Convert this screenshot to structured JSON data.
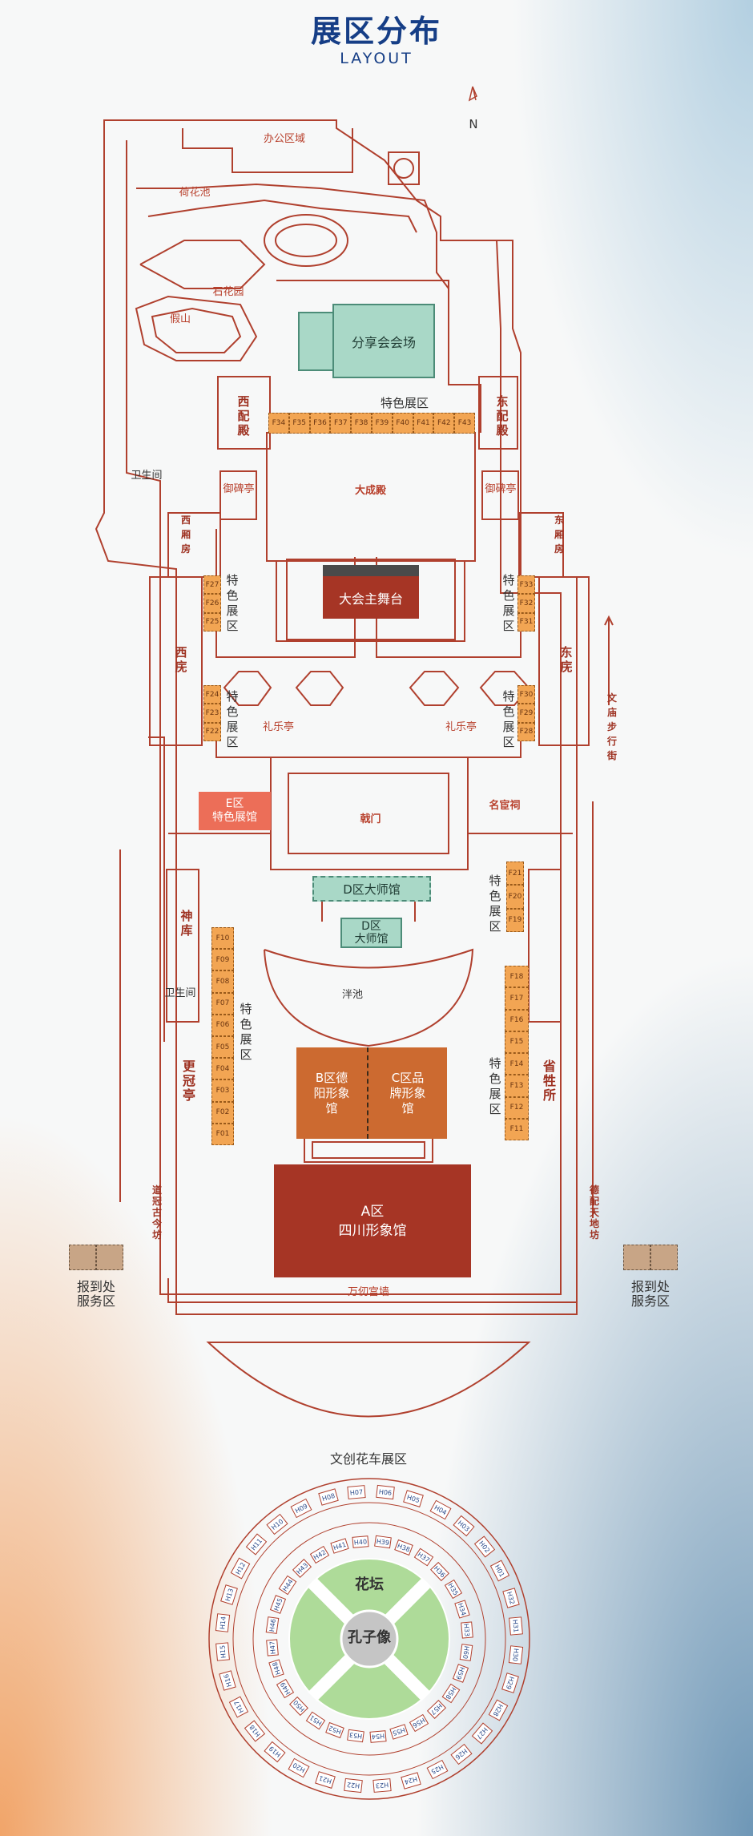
{
  "header": {
    "title_cn": "展区分布",
    "title_en": "LAYOUT"
  },
  "compass": {
    "label": "N"
  },
  "areas": {
    "office": "办公区域",
    "lotus_pond": "荷花池",
    "rock_garden": "假山",
    "garden": "石花园",
    "share_venue": "分享会会场",
    "west_hall": "西配殿",
    "east_hall": "东配殿",
    "toilet": "卫生间",
    "stele_pavilion": "御碑亭",
    "dacheng_hall": "大成殿",
    "west_wing": "西厢房",
    "east_wing": "东厢房",
    "main_stage": "大会主舞台",
    "west_corridor": "西庑",
    "east_corridor": "东庑",
    "music_pavilion": "礼乐亭",
    "ji_gate": "戟门",
    "mingguan_shrine": "名宦祠",
    "e_zone_line1": "E区",
    "e_zone_line2": "特色展馆",
    "d_master_hall": "D区大师馆",
    "d_small_line1": "D区",
    "d_small_line2": "大师馆",
    "shenku": "神库",
    "pan_pool": "泮池",
    "gengyi_pavilion": "更冠亭",
    "shengsheng_hall": "省牲所",
    "b_zone": "B区德阳形象馆",
    "c_zone": "C区品牌形象馆",
    "a_zone_line1": "A区",
    "a_zone_line2": "四川形象馆",
    "palace_wall": "万仞宫墙",
    "west_arch": "道冠古今坊",
    "east_arch": "德配天地坊",
    "wenmiao_street": "文庙步行街",
    "checkin_line1": "报到处",
    "checkin_line2": "服务区",
    "feature_zone": "特色展区",
    "float_zone": "文创花车展区",
    "flower_bed": "花坛",
    "confucius_statue": "孔子像"
  },
  "booths": {
    "top_row": [
      "F34",
      "F35",
      "F36",
      "F37",
      "F38",
      "F39",
      "F40",
      "F41",
      "F42",
      "F43"
    ],
    "west_upper": [
      "F27",
      "F26",
      "F25"
    ],
    "west_lower": [
      "F24",
      "F23",
      "F22"
    ],
    "east_upper": [
      "F33",
      "F32",
      "F31"
    ],
    "east_lower": [
      "F30",
      "F29",
      "F28"
    ],
    "east_mid": [
      "F21",
      "F20",
      "F19"
    ],
    "west_long": [
      "F10",
      "F09",
      "F08",
      "F07",
      "F06",
      "F05",
      "F04",
      "F03",
      "F02",
      "F01"
    ],
    "east_long": [
      "F18",
      "F17",
      "F16",
      "F15",
      "F14",
      "F13",
      "F12",
      "F11"
    ]
  },
  "ring_booths": {
    "outer": [
      "H07",
      "H06",
      "H05",
      "H04",
      "H03",
      "H02",
      "H01",
      "H32",
      "H31",
      "H30",
      "H29",
      "H28",
      "H27",
      "H26",
      "H25",
      "H24",
      "H23",
      "H22",
      "H21",
      "H20",
      "H19",
      "H18",
      "H17",
      "H16",
      "H15",
      "H14",
      "H13",
      "H12",
      "H11",
      "H10",
      "H09",
      "H08"
    ],
    "inner": [
      "H40",
      "H39",
      "H38",
      "H37",
      "H36",
      "H35",
      "H34",
      "H33",
      "H60",
      "H59",
      "H58",
      "H57",
      "H56",
      "H55",
      "H54",
      "H53",
      "H52",
      "H51",
      "H50",
      "H49",
      "H48",
      "H47",
      "H46",
      "H45",
      "H44",
      "H43",
      "H42",
      "H41"
    ]
  },
  "colors": {
    "wall": "#b0402e",
    "booth": "#f2a553",
    "green": "#a9d8c7",
    "orange": "#cc6a30",
    "red": "#a63525",
    "coral": "#ec6e58",
    "title": "#163e86"
  }
}
